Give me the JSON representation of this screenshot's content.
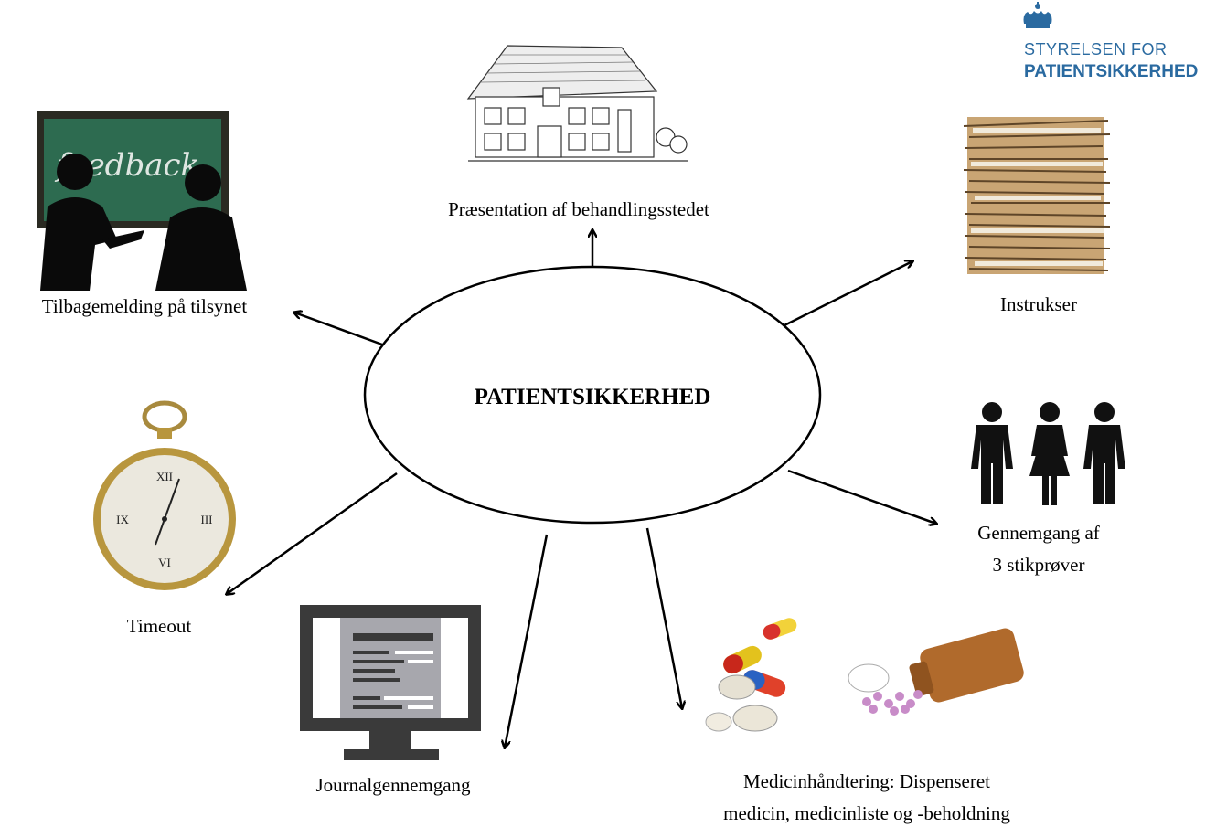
{
  "logo": {
    "line1": "STYRELSEN FOR",
    "line2": "PATIENTSIKKERHED",
    "color": "#2a6aa0"
  },
  "center": {
    "label": "PATIENTSIKKERHED"
  },
  "nodes": {
    "presentation": {
      "label": "Præsentation af behandlingsstedet",
      "icon": "house-icon"
    },
    "instrukser": {
      "label": "Instrukser",
      "icon": "paper-stack-icon"
    },
    "stikproever": {
      "line1": "Gennemgang af",
      "line2": "3 stikprøver",
      "icon": "people-icon"
    },
    "medicin": {
      "line1": "Medicinhåndtering: Dispenseret",
      "line2": "medicin, medicinliste og -beholdning",
      "icon": "pills-icon"
    },
    "journal": {
      "label": "Journalgennemgang",
      "icon": "monitor-icon"
    },
    "timeout": {
      "label": "Timeout",
      "icon": "pocket-watch-icon"
    },
    "tilbagemelding": {
      "label": "Tilbagemelding på tilsynet",
      "icon": "feedback-board-icon",
      "board_text": "feedback"
    }
  }
}
